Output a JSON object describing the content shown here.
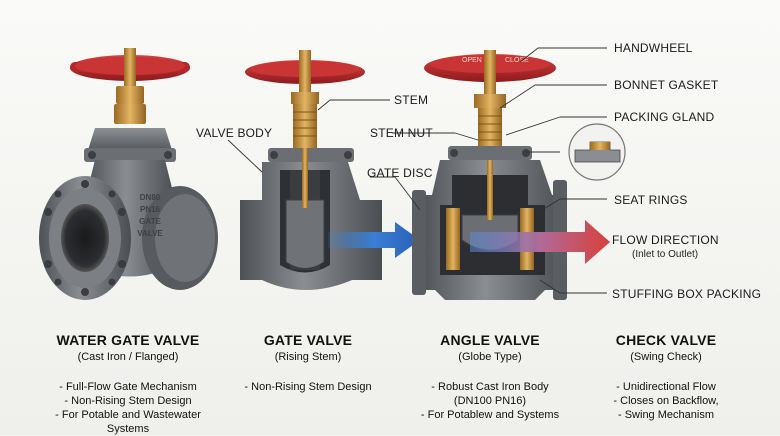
{
  "labels": {
    "handwheel": "HANDWHEEL",
    "bonnet_gasket": "BONNET GASKET",
    "packing_gland": "PACKING GLAND",
    "stem": "STEM",
    "stem_nut": "STEM NUT",
    "valve_body": "VALVE BODY",
    "gate_disc": "GATE DISC",
    "seat_rings": "SEAT RINGS",
    "flow_direction": "FLOW DIRECTION",
    "flow_direction_sub": "(Inlet to Outlet)",
    "stuffing_box_packing": "STUFFING BOX PACKING",
    "wheel_text_left": "OPEN",
    "wheel_text_right": "CLOSE"
  },
  "body_marks": [
    "DN80",
    "PN16",
    "GATE",
    "VALVE"
  ],
  "columns": [
    {
      "title": "WATER GATE VALVE",
      "subtitle": "(Cast Iron / Flanged)",
      "bullets": [
        "- Full-Flow Gate Mechanism",
        "- Non-Rising Stem Design",
        "- For Potable and Wastewater Systems"
      ]
    },
    {
      "title": "GATE VALVE",
      "subtitle": "(Rising Stem)",
      "bullets": [
        "- Non-Rising Stem Design"
      ]
    },
    {
      "title": "ANGLE VALVE",
      "subtitle": "(Globe Type)",
      "bullets": [
        "- Robust Cast Iron Body",
        "(DN100 PN16)",
        "- For Potablew and Systems"
      ]
    },
    {
      "title": "CHECK VALVE",
      "subtitle": "(Swing Check)",
      "bullets": [
        "- Unidirectional Flow",
        "- Closes on Backflow,",
        "- Swing Mechanism"
      ]
    }
  ],
  "colors": {
    "handwheel_red": "#b5282a",
    "brass": "#c9973f",
    "cast_iron": "#6b6e72",
    "flow_blue": "#3a7fd6",
    "flow_red": "#d9403a"
  }
}
